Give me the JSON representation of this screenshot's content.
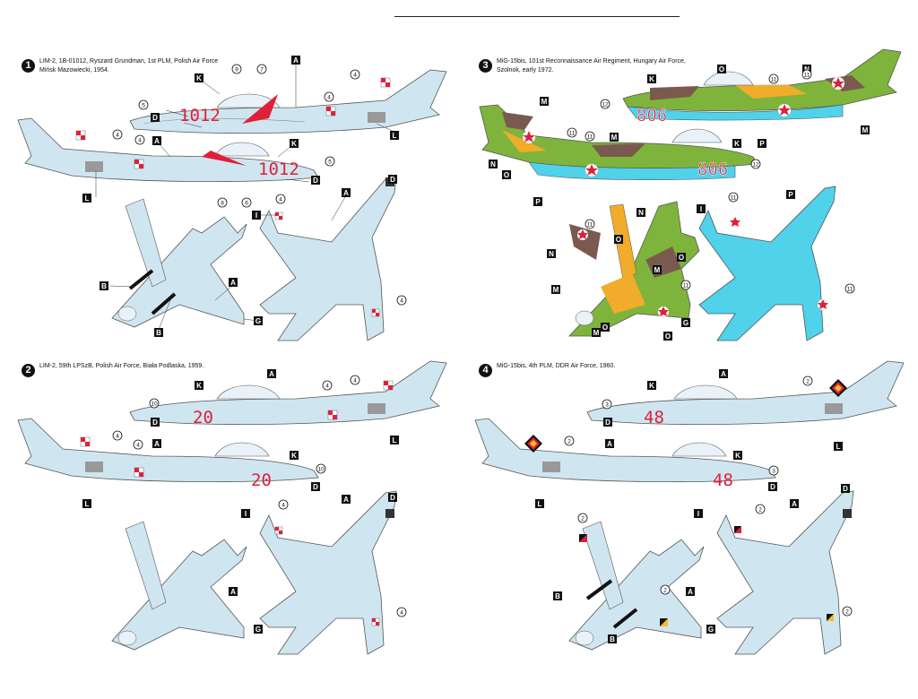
{
  "colors": {
    "light_blue": "#cfe6f1",
    "insignia_red": "#e0203a",
    "hungary_green": "#7fb43c",
    "hungary_brown": "#7a5a4e",
    "hungary_sand": "#f0ac2a",
    "hungary_underside": "#4fd2ea"
  },
  "schemes": [
    {
      "number": "1",
      "caption": [
        "LIM-2, 1B-01012, Ryszard Grundman, 1st PLM, Polish Air Force",
        "Mińsk Mazowiecki, 1954."
      ],
      "serial": "1012"
    },
    {
      "number": "2",
      "caption": [
        "LIM-2, 59th LPSzB, Polish Air Force, Biała Podlaska, 1959."
      ],
      "serial": "20"
    },
    {
      "number": "3",
      "caption": [
        "MiG-15bis, 101st Reconnaissance Air Regiment, Hungary Air Force,",
        "Szolnok, early 1972."
      ],
      "serial": "806"
    },
    {
      "number": "4",
      "caption": [
        "MiG-15bis, 4th PLM, DDR Air Force, 1960."
      ],
      "serial": "48"
    }
  ]
}
